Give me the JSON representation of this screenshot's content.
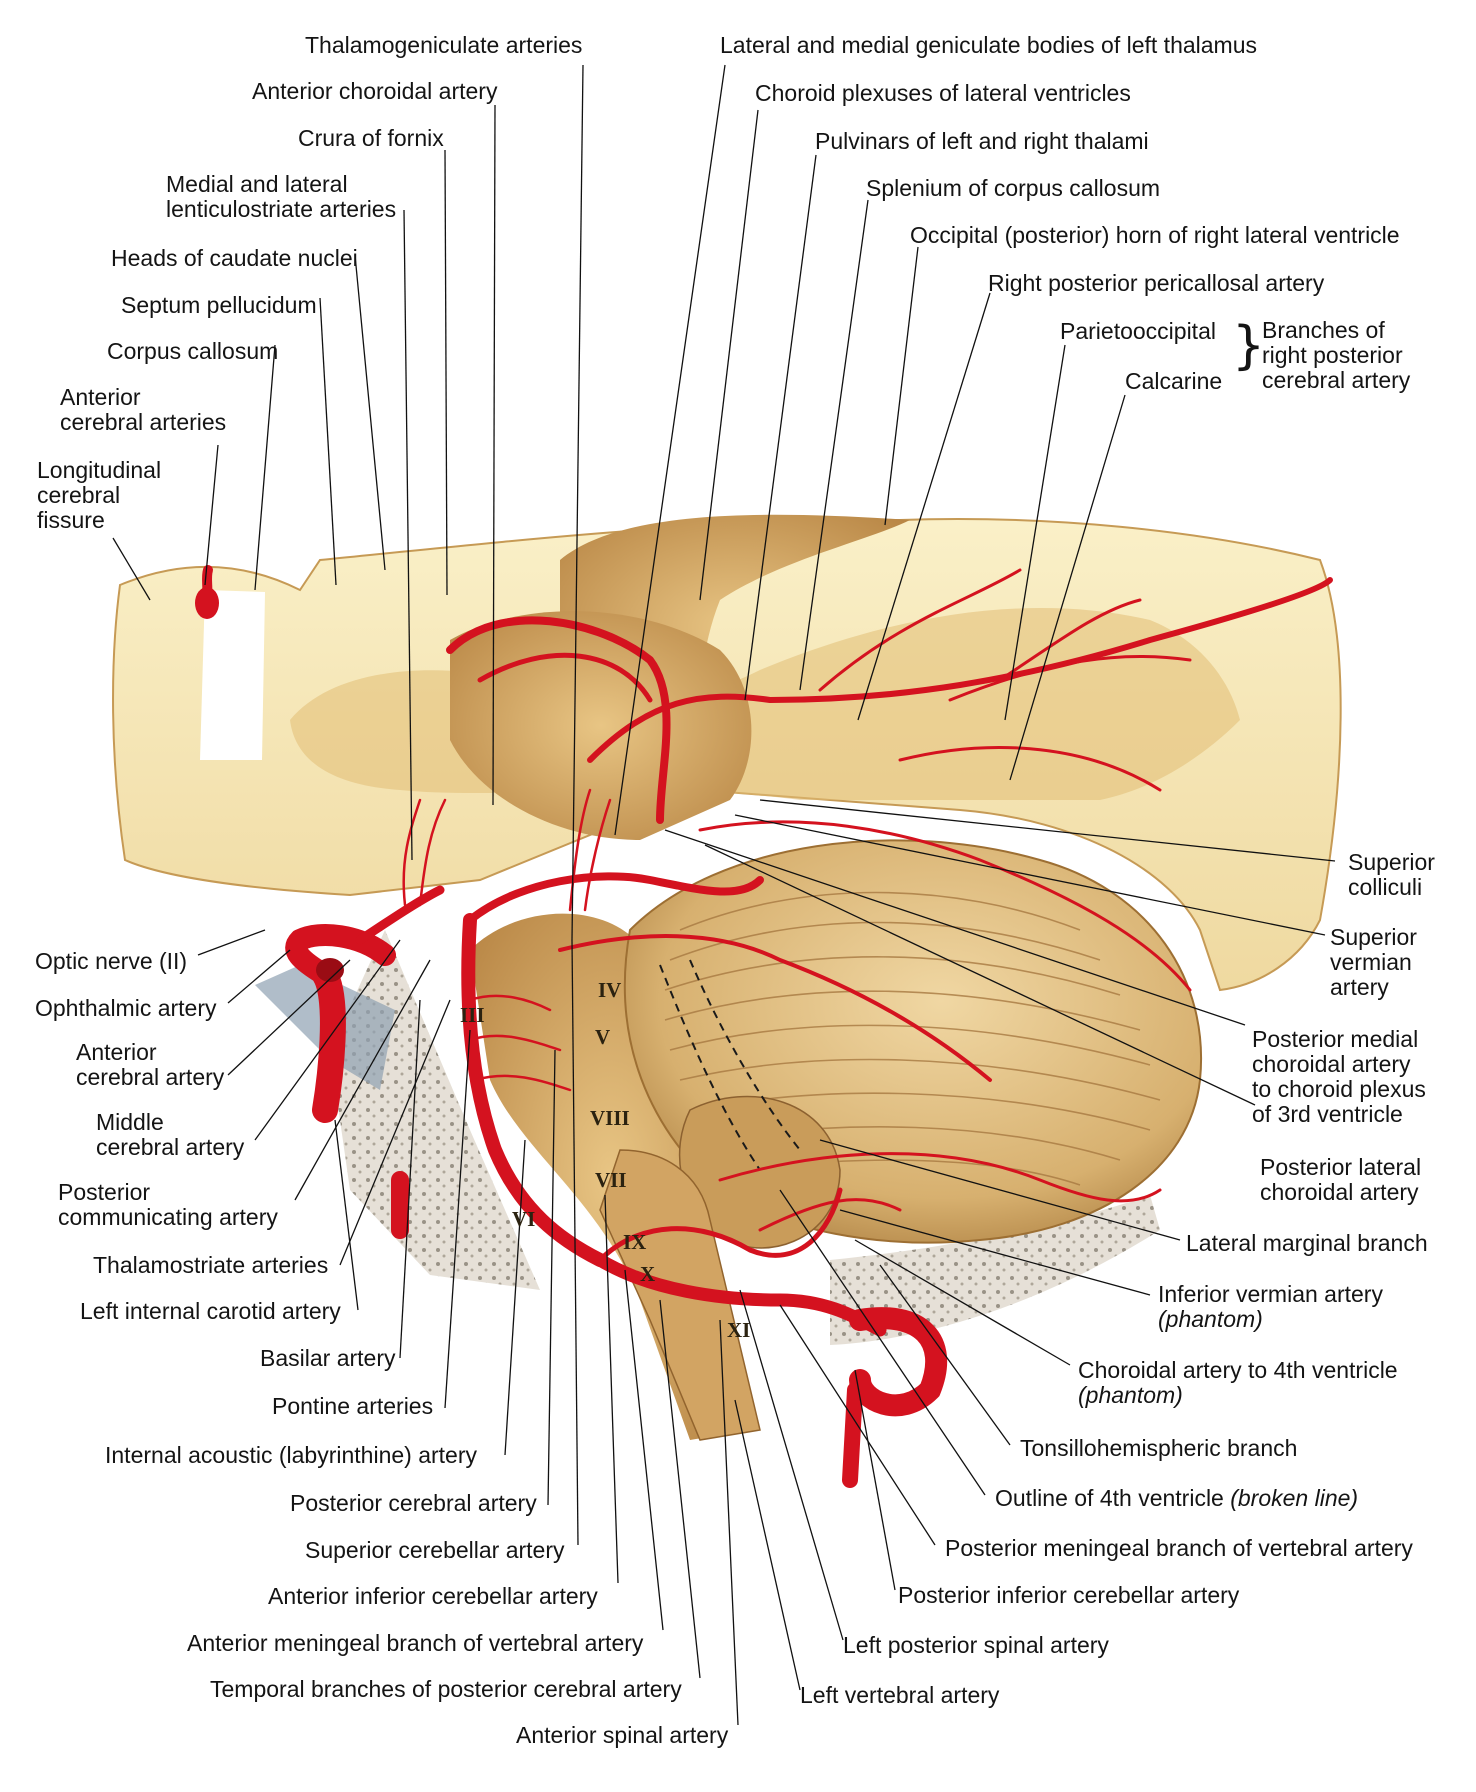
{
  "labels": {
    "thalamogeniculate": "Thalamogeniculate arteries",
    "anterior_choroidal": "Anterior choroidal artery",
    "crura_fornix": "Crura of fornix",
    "lenticulostriate": "Medial and lateral\nlenticulostriate arteries",
    "caudate_heads": "Heads of caudate nuclei",
    "septum": "Septum pellucidum",
    "corpus_callosum": "Corpus callosum",
    "anterior_cerebral_arteries": "Anterior\ncerebral arteries",
    "longitudinal_fissure": "Longitudinal\ncerebral\nfissure",
    "geniculate_bodies": "Lateral and medial geniculate bodies of left thalamus",
    "choroid_plexuses": "Choroid plexuses of lateral ventricles",
    "pulvinars": "Pulvinars of left and right thalami",
    "splenium": "Splenium of corpus callosum",
    "occipital_horn": "Occipital (posterior) horn of right lateral ventricle",
    "right_pericallosal": "Right posterior pericallosal artery",
    "parietooccipital": "Parietooccipital",
    "calcarine": "Calcarine",
    "branches_right_pca": "Branches of\nright posterior\ncerebral artery",
    "superior_colliculi": "Superior\ncolliculi",
    "superior_vermian": "Superior\nvermian\nartery",
    "posterior_medial_choroidal": "Posterior medial\nchoroidal artery\nto choroid plexus\nof 3rd ventricle",
    "posterior_lateral_choroidal": "Posterior lateral\nchoroidal artery",
    "lateral_marginal": "Lateral marginal branch",
    "inferior_vermian": "Inferior vermian artery",
    "inferior_vermian_note": "(phantom)",
    "choroidal_4th": "Choroidal artery to 4th ventricle",
    "choroidal_4th_note": "(phantom)",
    "tonsillohemispheric": "Tonsillohemispheric branch",
    "outline_4th": "Outline of 4th ventricle",
    "outline_4th_note": "(broken line)",
    "posterior_meningeal": "Posterior meningeal branch of vertebral artery",
    "pica": "Posterior inferior cerebellar artery",
    "left_posterior_spinal": "Left posterior spinal artery",
    "left_vertebral": "Left vertebral artery",
    "optic_nerve": "Optic nerve (II)",
    "ophthalmic": "Ophthalmic artery",
    "anterior_cerebral": "Anterior\ncerebral artery",
    "middle_cerebral": "Middle\ncerebral artery",
    "posterior_communicating": "Posterior\ncommunicating artery",
    "thalamostriate": "Thalamostriate arteries",
    "left_ica": "Left internal carotid artery",
    "basilar": "Basilar artery",
    "pontine": "Pontine arteries",
    "labyrinthine": "Internal acoustic (labyrinthine) artery",
    "pca": "Posterior cerebral artery",
    "sca": "Superior cerebellar artery",
    "aica": "Anterior inferior cerebellar artery",
    "anterior_meningeal": "Anterior meningeal branch of vertebral artery",
    "temporal_branches": "Temporal branches of posterior cerebral artery",
    "anterior_spinal": "Anterior spinal artery"
  },
  "nerves": {
    "III": "III",
    "IV": "IV",
    "V": "V",
    "VIII": "VIII",
    "VII": "VII",
    "VI": "VI",
    "IX": "IX",
    "X": "X",
    "XI": "XI"
  },
  "colors": {
    "artery": "#d4121f",
    "artery_dark": "#9a0c14",
    "brain_cut": "#f6e7b0",
    "brain_tan": "#d9aa5e",
    "cerebellum": "#d8b277",
    "bone": "#d9d2c8",
    "leader": "#111111"
  }
}
